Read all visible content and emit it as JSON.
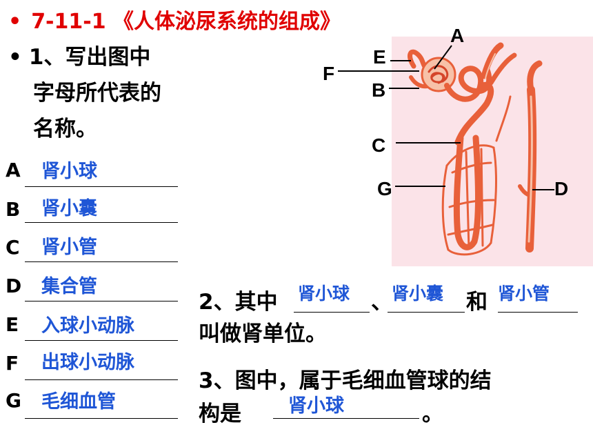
{
  "title": "7-11-1 《人体泌尿系统的组成》",
  "q1": {
    "line1": "1、写出图中",
    "line2": "字母所代表的",
    "line3": "名称。"
  },
  "answers": [
    {
      "letter": "A",
      "answer": "肾小球"
    },
    {
      "letter": "B",
      "answer": "肾小囊"
    },
    {
      "letter": "C",
      "answer": "肾小管"
    },
    {
      "letter": "D",
      "answer": "集合管"
    },
    {
      "letter": "E",
      "answer": "入球小动脉"
    },
    {
      "letter": "F",
      "answer": "出球小动脉"
    },
    {
      "letter": "G",
      "answer": "毛细血管"
    }
  ],
  "q2": {
    "prefix": "2、其中",
    "sep1": "、",
    "sep2": "和",
    "line2": "叫做肾单位。",
    "blanks": [
      "肾小球",
      "肾小囊",
      "肾小管"
    ]
  },
  "q3": {
    "line1": "3、图中，属于毛细血管球的结",
    "prefix": "构是",
    "answer": "肾小球",
    "suffix": "。"
  },
  "figure": {
    "labels": {
      "A": "A",
      "B": "B",
      "C": "C",
      "D": "D",
      "E": "E",
      "F": "F",
      "G": "G"
    },
    "colors": {
      "background": "#fbe3e8",
      "vessel": "#e8603a",
      "vessel_light": "#f4a47a",
      "answer": "#1f56d6",
      "title": "#e00000"
    }
  }
}
